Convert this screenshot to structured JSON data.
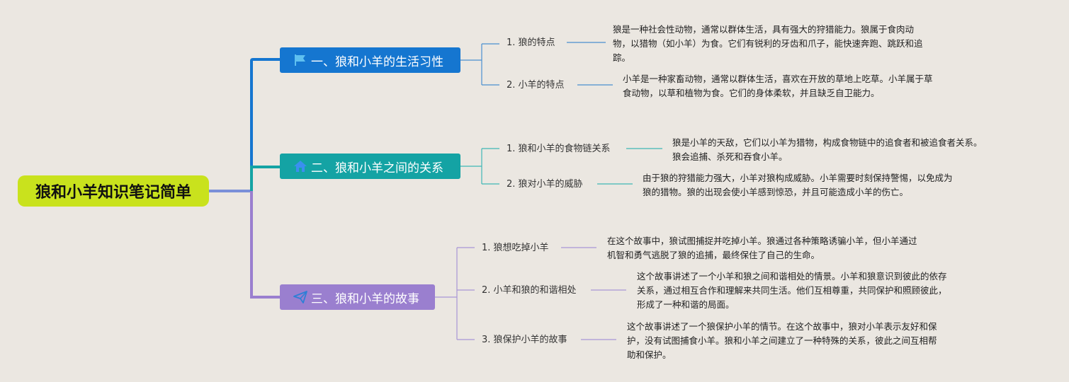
{
  "root": {
    "label": "狼和小羊知识笔记简单"
  },
  "branches": [
    {
      "label": "一、狼和小羊的生活习性",
      "icon": "flag-icon",
      "color": "#1576d0",
      "items": [
        {
          "label": "1. 狼的特点",
          "text": "狼是一种社会性动物，通常以群体生活，具有强大的狩猎能力。狼属于食肉动\n物，以猎物（如小羊）为食。它们有锐利的牙齿和爪子，能快速奔跑、跳跃和追\n踪。"
        },
        {
          "label": "2. 小羊的特点",
          "text": "小羊是一种家畜动物，通常以群体生活，喜欢在开放的草地上吃草。小羊属于草\n食动物，以草和植物为食。它们的身体柔软，并且缺乏自卫能力。"
        }
      ]
    },
    {
      "label": "二、狼和小羊之间的关系",
      "icon": "house-icon",
      "color": "#14a3a4",
      "items": [
        {
          "label": "1. 狼和小羊的食物链关系",
          "text": "狼是小羊的天敌，它们以小羊为猎物，构成食物链中的追食者和被追食者关系。\n狼会追捕、杀死和吞食小羊。"
        },
        {
          "label": "2. 狼对小羊的威胁",
          "text": "由于狼的狩猎能力强大，小羊对狼构成威胁。小羊需要时刻保持警惕，以免成为\n狼的猎物。狼的出现会使小羊感到惊恐，并且可能造成小羊的伤亡。"
        }
      ]
    },
    {
      "label": "三、狼和小羊的故事",
      "icon": "paper-plane-icon",
      "color": "#9a7fcf",
      "items": [
        {
          "label": "1. 狼想吃掉小羊",
          "text": "在这个故事中，狼试图捕捉并吃掉小羊。狼通过各种策略诱骗小羊，但小羊通过\n机智和勇气逃脱了狼的追捕，最终保住了自己的生命。"
        },
        {
          "label": "2. 小羊和狼的和谐相处",
          "text": "这个故事讲述了一个小羊和狼之间和谐相处的情景。小羊和狼意识到彼此的依存\n关系，通过相互合作和理解来共同生活。他们互相尊重，共同保护和照顾彼此，\n形成了一种和谐的局面。"
        },
        {
          "label": "3. 狼保护小羊的故事",
          "text": "这个故事讲述了一个狼保护小羊的情节。在这个故事中，狼对小羊表示友好和保\n护，没有试图捕食小羊。狼和小羊之间建立了一种特殊的关系，彼此之间互相帮\n助和保护。"
        }
      ]
    }
  ]
}
